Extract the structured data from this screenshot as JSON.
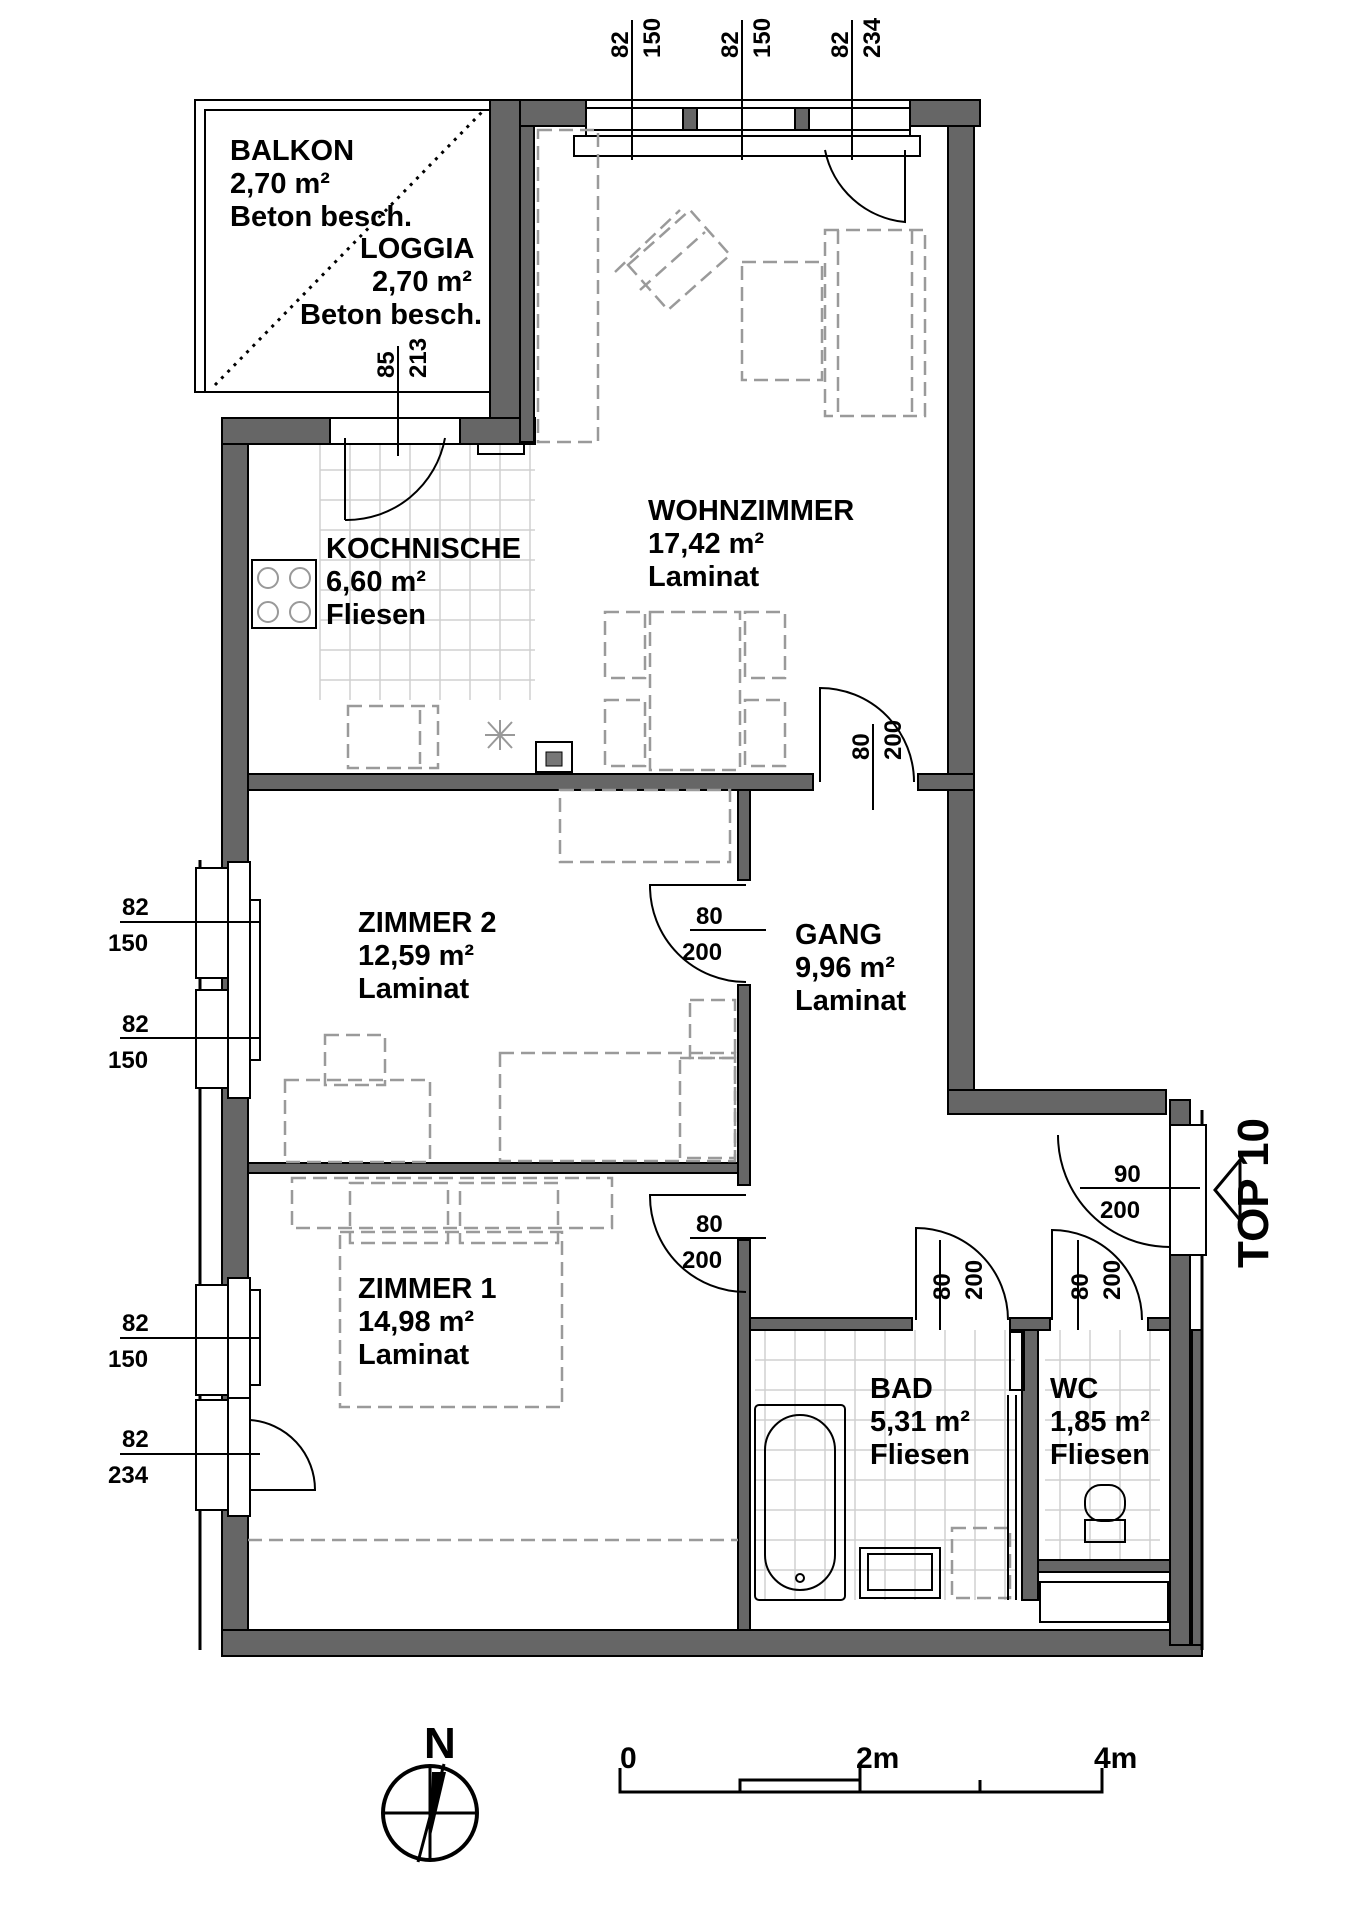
{
  "rooms": {
    "balkon": {
      "name": "BALKON",
      "area": "2,70 m²",
      "floor": "Beton besch."
    },
    "loggia": {
      "name": "LOGGIA",
      "area": "2,70 m²",
      "floor": "Beton besch."
    },
    "kochnische": {
      "name": "KOCHNISCHE",
      "area": "6,60 m²",
      "floor": "Fliesen"
    },
    "wohnzimmer": {
      "name": "WOHNZIMMER",
      "area": "17,42 m²",
      "floor": "Laminat"
    },
    "zimmer2": {
      "name": "ZIMMER 2",
      "area": "12,59 m²",
      "floor": "Laminat"
    },
    "gang": {
      "name": "GANG",
      "area": "9,96 m²",
      "floor": "Laminat"
    },
    "zimmer1": {
      "name": "ZIMMER 1",
      "area": "14,98 m²",
      "floor": "Laminat"
    },
    "bad": {
      "name": "BAD",
      "area": "5,31 m²",
      "floor": "Fliesen"
    },
    "wc": {
      "name": "WC",
      "area": "1,85 m²",
      "floor": "Fliesen"
    }
  },
  "dimensions": {
    "top_window_1": [
      "82",
      "150"
    ],
    "top_window_2": [
      "82",
      "150"
    ],
    "top_door": [
      "82",
      "234"
    ],
    "loggia_door": [
      "85",
      "213"
    ],
    "wohn_door": [
      "80",
      "200"
    ],
    "zimmer2_door": [
      "80",
      "200"
    ],
    "zimmer1_door": [
      "80",
      "200"
    ],
    "entry_door": [
      "90",
      "200"
    ],
    "bad_door": [
      "80",
      "200"
    ],
    "wc_door": [
      "80",
      "200"
    ],
    "left_window_1": [
      "82",
      "150"
    ],
    "left_window_2": [
      "82",
      "150"
    ],
    "left_window_3": [
      "82",
      "150"
    ],
    "left_door": [
      "82",
      "234"
    ]
  },
  "unit_label": "TOP 10",
  "north_label": "N",
  "scale_bar": {
    "labels": [
      "0",
      "2m",
      "4m"
    ]
  },
  "colors": {
    "wall": "#666666",
    "furniture": "#9a9a9a",
    "tiles": "#d0d0d0"
  }
}
